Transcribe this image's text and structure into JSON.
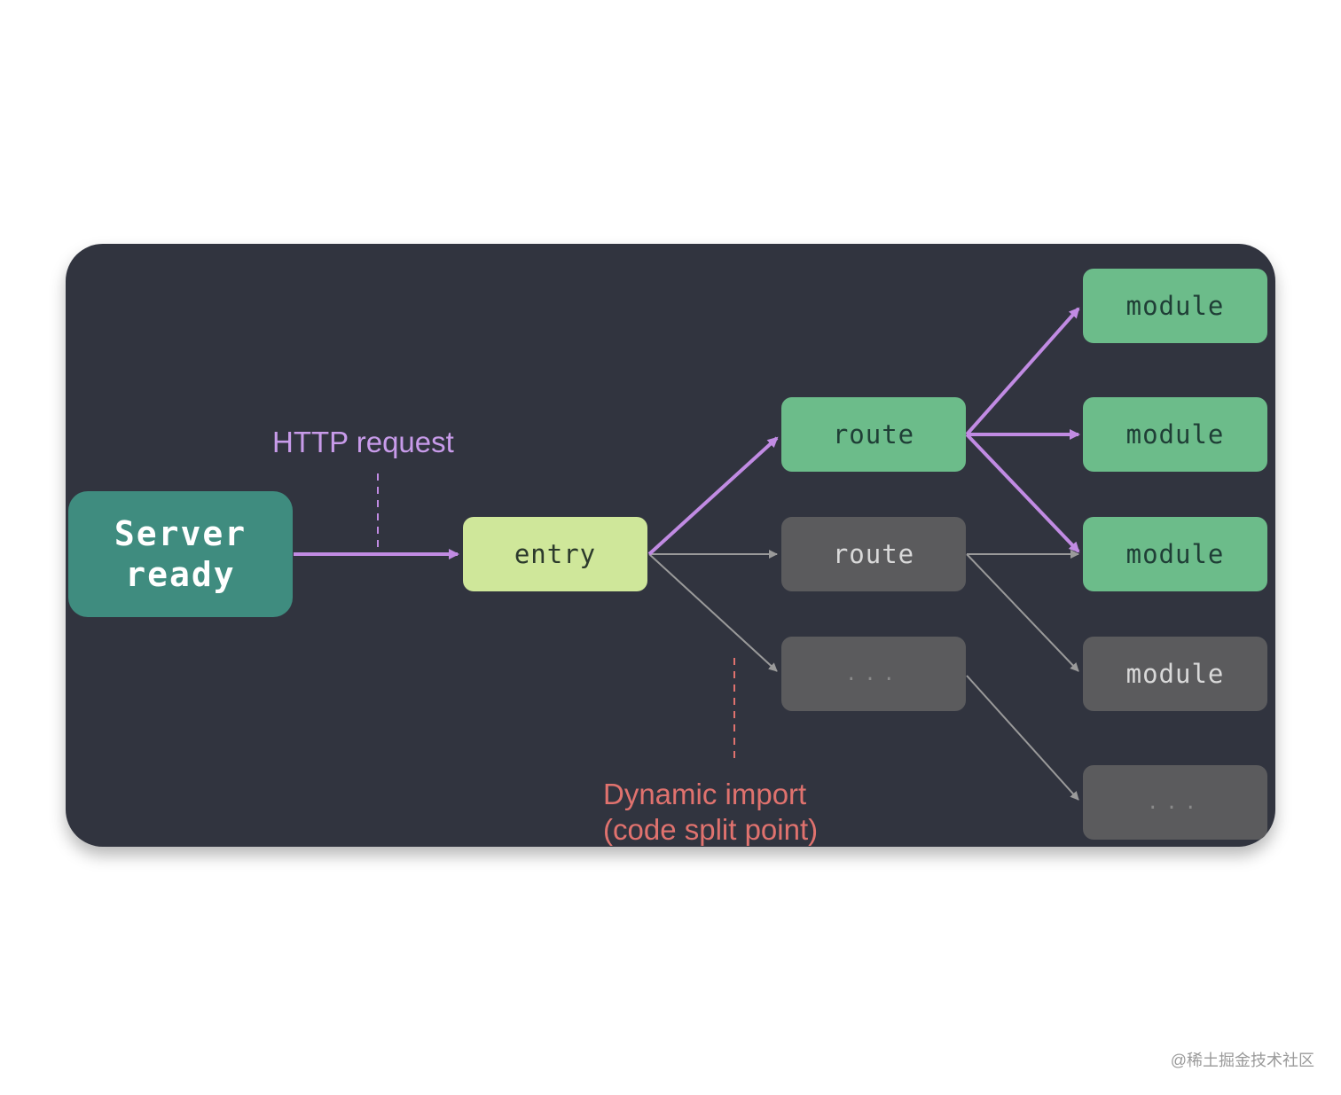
{
  "nodes": {
    "server": "Server\nready",
    "entry": "entry",
    "route_active": "route",
    "route_inactive": "route",
    "route_more": "...",
    "module_1": "module",
    "module_2": "module",
    "module_3": "module",
    "module_4": "module",
    "module_more": "..."
  },
  "labels": {
    "http_request": "HTTP request",
    "dynamic_import": "Dynamic import\n(code split point)"
  },
  "watermark": "@稀土掘金技术社区",
  "colors": {
    "panel_bg": "#31343f",
    "active_edge": "#c18be3",
    "inactive_edge": "#9a9a9a",
    "http_label": "#c89bea",
    "dynamic_label": "#e0726e",
    "node_active": "#6cbc8a",
    "node_inactive": "#5b5b5d",
    "node_entry": "#cfe79a",
    "node_server": "#3f8c7f"
  }
}
